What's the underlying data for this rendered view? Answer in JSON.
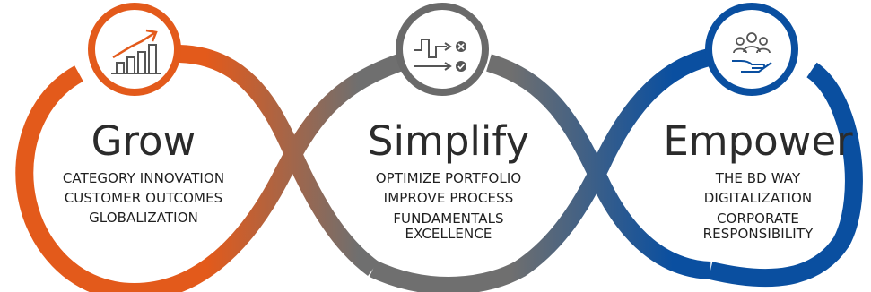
{
  "pillars": [
    {
      "title": "Grow",
      "items": [
        "CATEGORY INNOVATION",
        "CUSTOMER OUTCOMES",
        "GLOBALIZATION"
      ],
      "color": "#E35A1B",
      "icon": "growth-chart-icon"
    },
    {
      "title": "Simplify",
      "items": [
        "OPTIMIZE PORTFOLIO",
        "IMPROVE PROCESS",
        "FUNDAMENTALS EXCELLENCE"
      ],
      "color": "#666666",
      "icon": "process-flow-icon"
    },
    {
      "title": "Empower",
      "items": [
        "THE BD WAY",
        "DIGITALIZATION",
        "CORPORATE RESPONSIBILITY"
      ],
      "color": "#0A4FA0",
      "icon": "people-hand-icon"
    }
  ],
  "colors": {
    "grow": "#E35A1B",
    "simplify": "#666666",
    "empower": "#0A4FA0",
    "title_text": "#2B2B2B",
    "body_text": "#1F1F1F"
  }
}
